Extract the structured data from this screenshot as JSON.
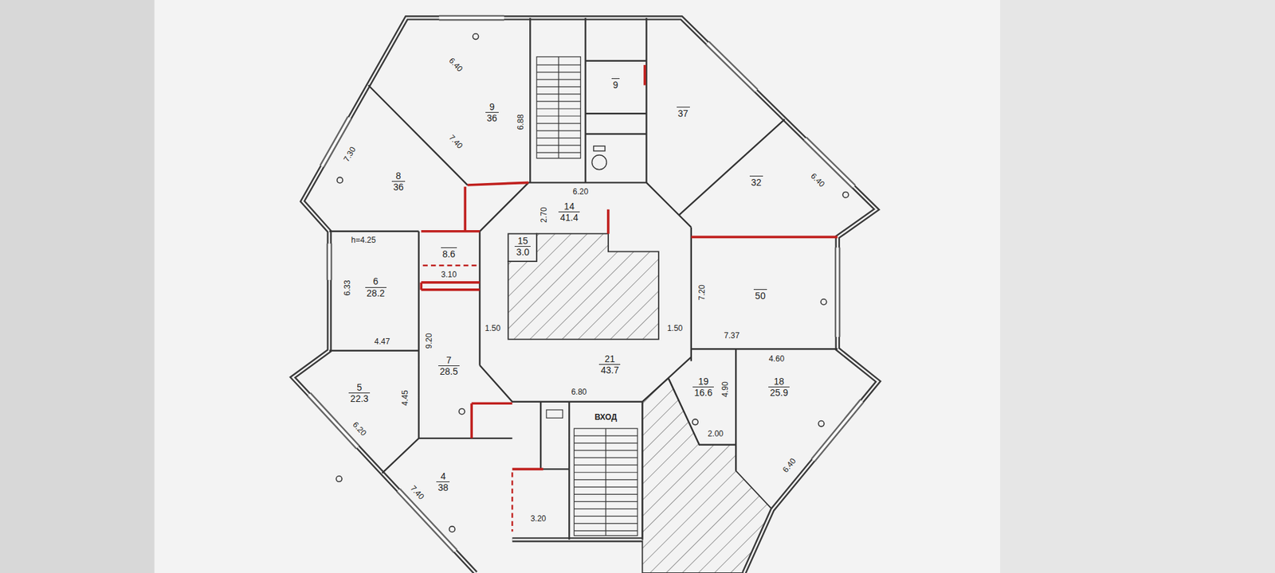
{
  "diagram": {
    "nodes": [
      {
        "text": [
          "9",
          "36"
        ]
      },
      {
        "text": [
          "9"
        ]
      },
      {
        "text": [
          "37"
        ]
      },
      {
        "text": [
          "8",
          "36"
        ]
      },
      {
        "text": [
          "14",
          "41.4"
        ]
      },
      {
        "text": [
          "32"
        ]
      },
      {
        "text": [
          "6",
          "28.2"
        ]
      },
      {
        "text": [
          "8.6"
        ]
      },
      {
        "text": [
          "15",
          "3.0"
        ]
      },
      {
        "text": [
          "50"
        ]
      },
      {
        "text": [
          "7",
          "28.5"
        ]
      },
      {
        "text": [
          "21",
          "43.7"
        ]
      },
      {
        "text": [
          "5",
          "22.3"
        ]
      },
      {
        "text": [
          "19",
          "16.6"
        ]
      },
      {
        "text": [
          "18",
          "25.9"
        ]
      },
      {
        "text": [
          "4",
          "38"
        ]
      }
    ],
    "labels": [
      "6.40",
      "6.88",
      "7.30",
      "7.40",
      "6.20",
      "2.70",
      "6.40",
      "h=4.25",
      "3.10",
      "6.33",
      "7.20",
      "1.50",
      "1.50",
      "7.37",
      "4.47",
      "9.20",
      "4.60",
      "4.45",
      "6.80",
      "ВХОД",
      "4.90",
      "2.00",
      "6.20",
      "6.40",
      "7.40",
      "3.20"
    ]
  }
}
